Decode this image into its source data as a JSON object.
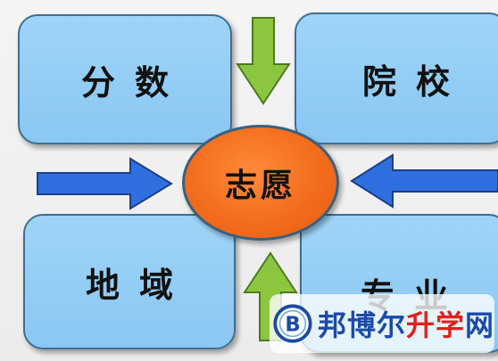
{
  "diagram": {
    "center": {
      "label": "志愿"
    },
    "factors": [
      {
        "id": "top-left",
        "label": "分数"
      },
      {
        "id": "top-right",
        "label": "院校"
      },
      {
        "id": "bottom-left",
        "label": "地域"
      },
      {
        "id": "bottom-right",
        "label": "专业"
      }
    ],
    "arrows": [
      {
        "direction": "down",
        "color": "#8cc63f"
      },
      {
        "direction": "up",
        "color": "#8cc63f"
      },
      {
        "direction": "right",
        "color": "#2f6fe0"
      },
      {
        "direction": "left",
        "color": "#2f6fe0"
      }
    ]
  },
  "watermark": {
    "logo_letter": "B",
    "text_main": "邦博尔",
    "text_accent": "升学",
    "text_tail": "网"
  },
  "colors": {
    "box_fill": "#8ac7f2",
    "box_border": "#3f6e92",
    "center_fill": "#f26a1b",
    "arrow_green": "#8cc63f",
    "arrow_blue": "#2f6fe0"
  }
}
